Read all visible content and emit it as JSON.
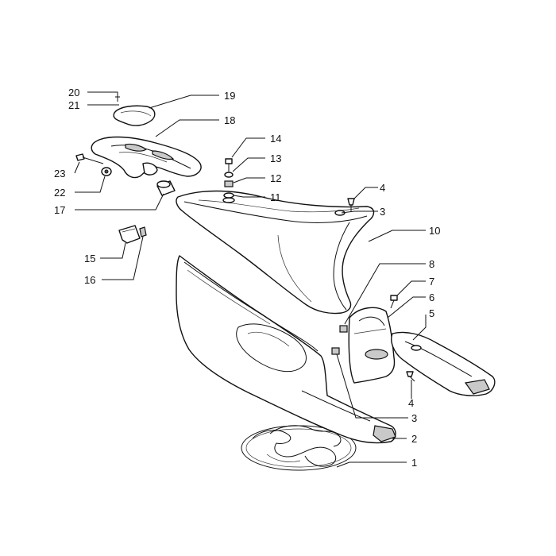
{
  "callouts": [
    {
      "id": "c1",
      "label": "1"
    },
    {
      "id": "c2",
      "label": "2"
    },
    {
      "id": "c3a",
      "label": "3"
    },
    {
      "id": "c3b",
      "label": "3"
    },
    {
      "id": "c4a",
      "label": "4"
    },
    {
      "id": "c4b",
      "label": "4"
    },
    {
      "id": "c5",
      "label": "5"
    },
    {
      "id": "c6",
      "label": "6"
    },
    {
      "id": "c7",
      "label": "7"
    },
    {
      "id": "c8",
      "label": "8"
    },
    {
      "id": "c10",
      "label": "10"
    },
    {
      "id": "c11",
      "label": "11"
    },
    {
      "id": "c12",
      "label": "12"
    },
    {
      "id": "c13",
      "label": "13"
    },
    {
      "id": "c14",
      "label": "14"
    },
    {
      "id": "c15",
      "label": "15"
    },
    {
      "id": "c16",
      "label": "16"
    },
    {
      "id": "c17",
      "label": "17"
    },
    {
      "id": "c18",
      "label": "18"
    },
    {
      "id": "c19",
      "label": "19"
    },
    {
      "id": "c20",
      "label": "20"
    },
    {
      "id": "c21",
      "label": "21"
    },
    {
      "id": "c22",
      "label": "22"
    },
    {
      "id": "c23",
      "label": "23"
    }
  ]
}
